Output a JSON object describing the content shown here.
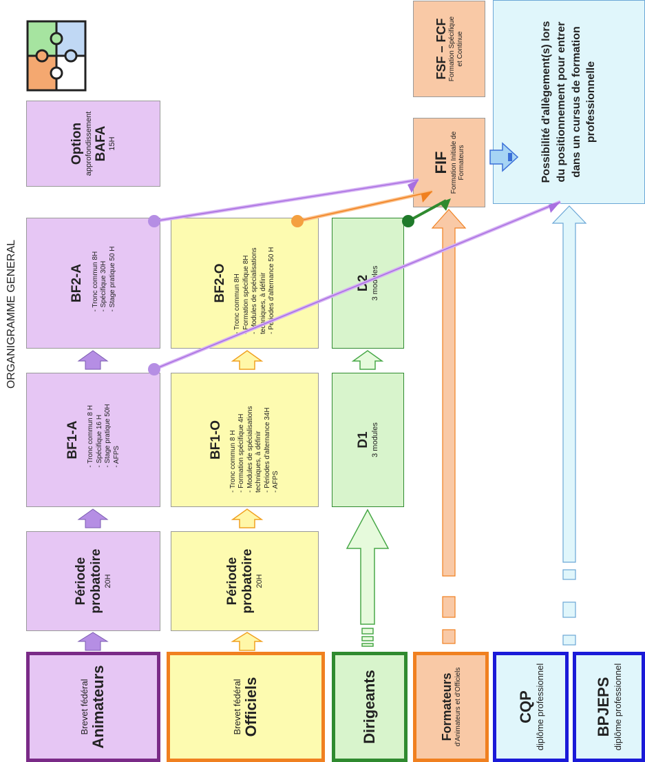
{
  "title": "ORGANIGRAMME GENERAL",
  "colors": {
    "purple_fill": "#e6c6f4",
    "purple_border": "#7a2a87",
    "purple_arrow": "#b58ee4",
    "yellow_fill": "#fdfbb0",
    "orange_border": "#f08020",
    "orange_fill": "#f9c9a6",
    "green_fill": "#d8f4cc",
    "green_border": "#2f8a2f",
    "blue_fill": "#e0f6fb",
    "blue_border": "#1a1ad8"
  },
  "categories": {
    "animateurs": {
      "line1": "Brevet fédéral",
      "line2": "Animateurs"
    },
    "officiels": {
      "line1": "Brevet fédéral",
      "line2": "Officiels"
    },
    "dirigeants": {
      "line1": "Dirigeants"
    },
    "formateurs": {
      "line1": "Formateurs",
      "line2": "d'Animateurs et d'Officiels"
    },
    "cqp": {
      "line1": "CQP",
      "line2": "diplôme professionnel"
    },
    "bpjeps": {
      "line1": "BPJEPS",
      "line2": "diplôme professionnel"
    }
  },
  "animateurs": {
    "periode": {
      "title": "Période probatoire",
      "hours": "20H"
    },
    "bf1": {
      "title": "BF1-A",
      "items": [
        "Tronc commun 8 H",
        "Spécifique 16 H",
        "Stage pratique 50H",
        "AFPS"
      ]
    },
    "bf2": {
      "title": "BF2-A",
      "items": [
        "Tronc commun 8H",
        "Spécifique 30H",
        "Stage pratique 50 H"
      ]
    },
    "option": {
      "title": "Option",
      "sub": "approfondissement",
      "title2": "BAFA",
      "hours": "15H"
    }
  },
  "officiels": {
    "periode": {
      "title": "Période probatoire",
      "hours": "20H"
    },
    "bf1": {
      "title": "BF1-O",
      "items": [
        "Tronc commun 8 H",
        "Formation spécifique 4H",
        "Modules de spécialisations techniques, à définir",
        "Périodes d'alternance 34H",
        "AFPS"
      ]
    },
    "bf2": {
      "title": "BF2-O",
      "items": [
        "Tronc commun 8H",
        "Formation spécifique 8H",
        "Modules de spécialisations techniques, à définir",
        "Périodes d'alternance 50 H"
      ]
    }
  },
  "dirigeants": {
    "d1": {
      "title": "D1",
      "sub": "3 modules"
    },
    "d2": {
      "title": "D2",
      "sub": "3 modules"
    }
  },
  "fif": {
    "title": "FIF",
    "sub": "Formation Initiale de Formateurs"
  },
  "fsf": {
    "title": "FSF – FCF",
    "sub": "Formation Spécifique et Continue"
  },
  "allegement": {
    "text": "Possibilité d'allègement(s) lors du positionnement pour entrer dans un cursus de formation professionnelle"
  }
}
